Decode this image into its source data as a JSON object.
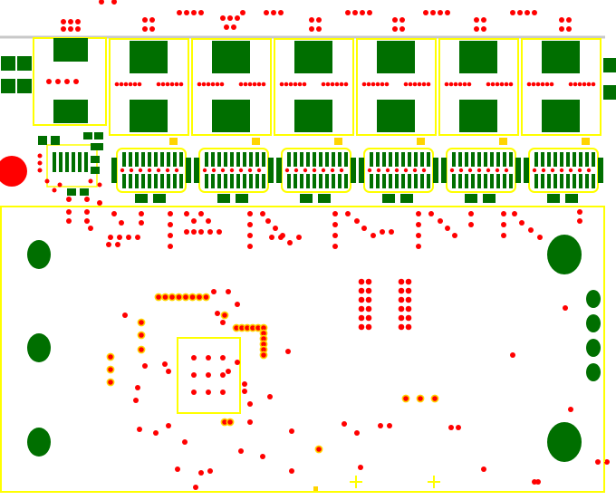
{
  "board": {
    "colors": {
      "background": "#ffffff",
      "outline": "#ffff00",
      "copper_pad": "#006f00",
      "via": "#ff0000",
      "top_band_border": "#c8c8c8",
      "pad_marker": "#ffd400"
    },
    "power_stage_count": 6,
    "mounting_holes": 4,
    "connector_pins": 4
  }
}
